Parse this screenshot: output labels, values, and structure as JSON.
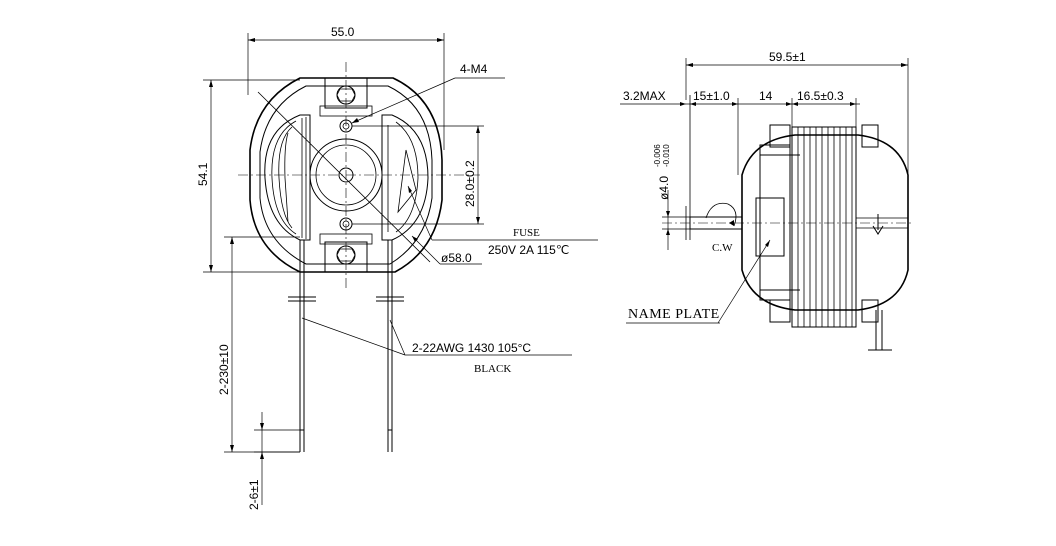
{
  "front_view": {
    "width_dim": "55.0",
    "height_dim": "54.1",
    "screw_note": "4-M4",
    "rotor_dim": "28.0±0.2",
    "outer_dia": "ø58.0",
    "fuse_label": "FUSE",
    "fuse_spec": "250V  2A  115℃",
    "wire_spec": "2-22AWG  1430  105°C",
    "wire_color": "BLACK",
    "lead_length": "2-230±10",
    "strip_length": "2-6±1"
  },
  "side_view": {
    "overall_dim": "59.5±1",
    "max_dim": "3.2MAX",
    "seg1_dim": "15±1.0",
    "seg2_dim": "14",
    "seg3_dim": "16.5±0.3",
    "shaft_dim": "ø4.0",
    "shaft_tol_upper": "-0.006",
    "shaft_tol_lower": "-0.010",
    "rotation": "C.W",
    "name_plate": "NAME PLATE"
  }
}
